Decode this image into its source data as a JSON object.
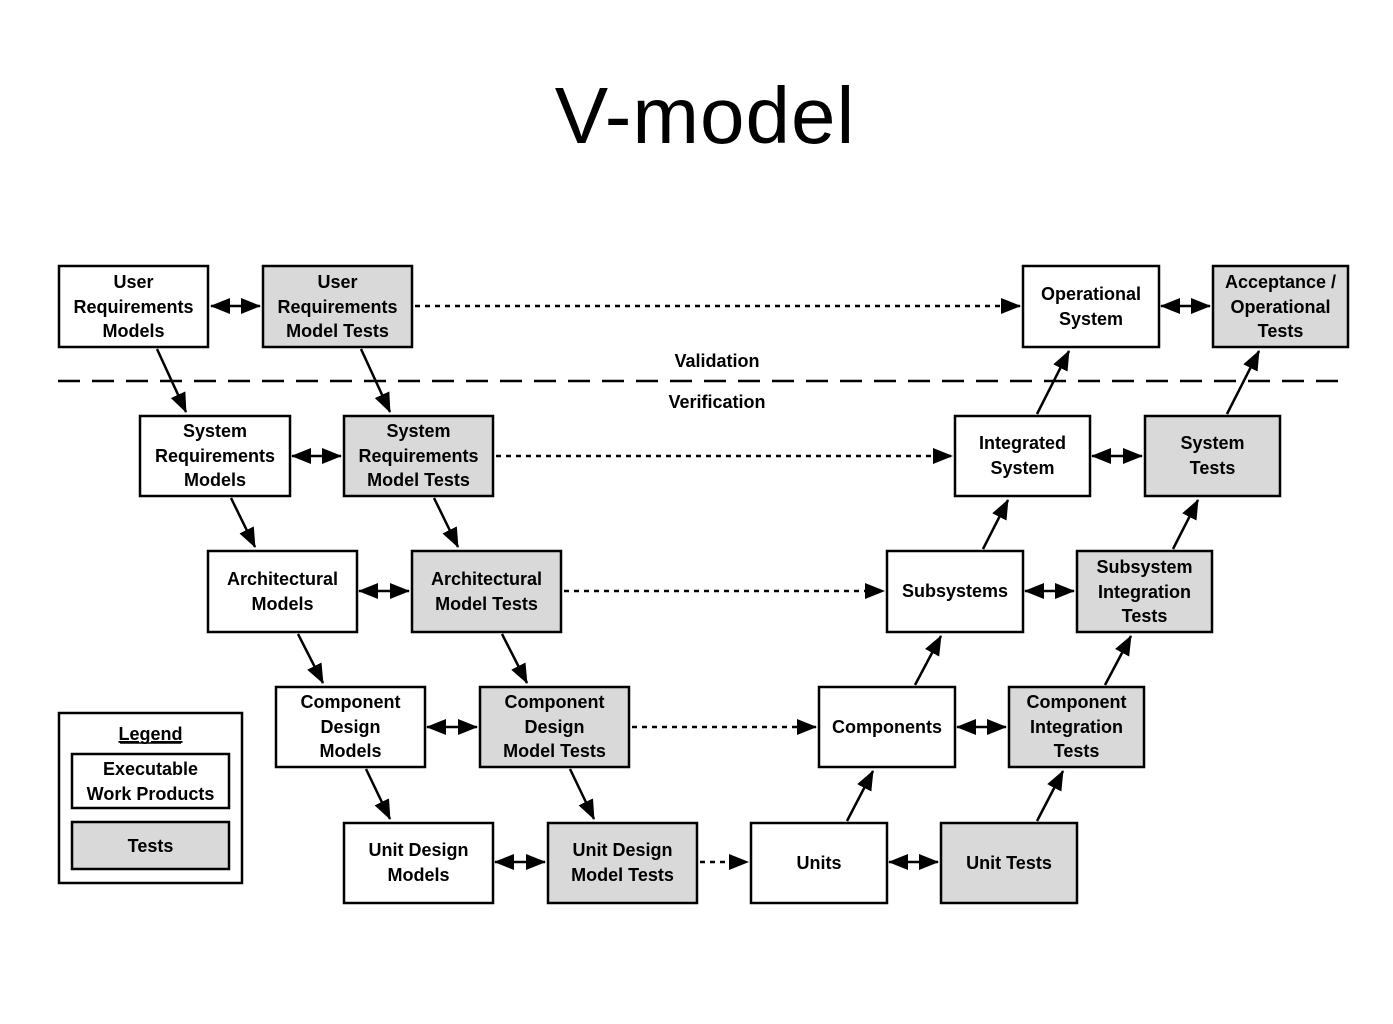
{
  "title": "V-model",
  "labels": {
    "validation": "Validation",
    "verification": "Verification"
  },
  "legend": {
    "title": "Legend",
    "work_label": [
      "Executable",
      "Work Products"
    ],
    "test_label": [
      "Tests"
    ]
  },
  "boxes": {
    "user_req_models": [
      "User",
      "Requirements",
      "Models"
    ],
    "user_req_tests": [
      "User",
      "Requirements",
      "Model Tests"
    ],
    "operational_system": [
      "Operational",
      "System"
    ],
    "acceptance_tests": [
      "Acceptance /",
      "Operational",
      "Tests"
    ],
    "sys_req_models": [
      "System",
      "Requirements",
      "Models"
    ],
    "sys_req_tests": [
      "System",
      "Requirements",
      "Model Tests"
    ],
    "integrated_system": [
      "Integrated",
      "System"
    ],
    "system_tests": [
      "System",
      "Tests"
    ],
    "arch_models": [
      "Architectural",
      "Models"
    ],
    "arch_tests": [
      "Architectural",
      "Model Tests"
    ],
    "subsystems": [
      "Subsystems"
    ],
    "subsystem_int_tests": [
      "Subsystem",
      "Integration",
      "Tests"
    ],
    "comp_design_models": [
      "Component",
      "Design",
      "Models"
    ],
    "comp_design_tests": [
      "Component",
      "Design",
      "Model Tests"
    ],
    "components": [
      "Components"
    ],
    "comp_int_tests": [
      "Component",
      "Integration",
      "Tests"
    ],
    "unit_design_models": [
      "Unit Design",
      "Models"
    ],
    "unit_design_tests": [
      "Unit Design",
      "Model Tests"
    ],
    "units": [
      "Units"
    ],
    "unit_tests": [
      "Unit Tests"
    ]
  }
}
